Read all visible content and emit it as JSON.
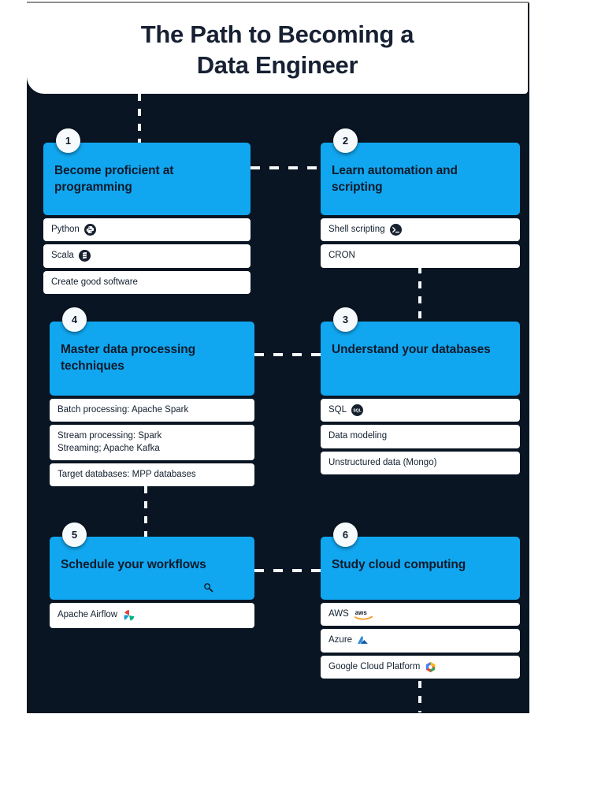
{
  "header": {
    "title": "The Path to Becoming a\nData Engineer"
  },
  "colors": {
    "canvas_bg": "#0a1523",
    "accent_blue": "#11a7f0",
    "card_white": "#ffffff",
    "text_dark": "#0e1a2b",
    "connector": "#f4f8fb"
  },
  "steps": [
    {
      "number": "1",
      "title": "Become proficient at programming",
      "items": [
        {
          "label": "Python",
          "icon": "python-logo-icon"
        },
        {
          "label": "Scala",
          "icon": "scala-logo-icon"
        },
        {
          "label": "Create good software",
          "icon": ""
        }
      ]
    },
    {
      "number": "2",
      "title": "Learn automation and scripting",
      "items": [
        {
          "label": "Shell scripting",
          "icon": "shell-terminal-icon"
        },
        {
          "label": "CRON",
          "icon": ""
        }
      ]
    },
    {
      "number": "4",
      "title": "Master data processing techniques",
      "items": [
        {
          "label": "Batch processing: Apache Spark",
          "icon": ""
        },
        {
          "label": "Stream processing: Spark\nStreaming; Apache Kafka",
          "icon": ""
        },
        {
          "label": "Target databases: MPP databases",
          "icon": ""
        }
      ]
    },
    {
      "number": "3",
      "title": "Understand your databases",
      "items": [
        {
          "label": "SQL",
          "icon": "sql-badge-icon"
        },
        {
          "label": "Data modeling",
          "icon": ""
        },
        {
          "label": "Unstructured data (Mongo)",
          "icon": ""
        }
      ]
    },
    {
      "number": "5",
      "title": "Schedule your workflows",
      "items": [
        {
          "label": "Apache Airflow",
          "icon": "airflow-logo-icon"
        }
      ]
    },
    {
      "number": "6",
      "title": "Study cloud computing",
      "items": [
        {
          "label": "AWS",
          "icon": "aws-logo-icon"
        },
        {
          "label": "Azure",
          "icon": "azure-logo-icon"
        },
        {
          "label": "Google Cloud Platform",
          "icon": "gcp-logo-icon"
        }
      ]
    }
  ],
  "cursor": {
    "icon": "magnifier-cursor-icon"
  }
}
